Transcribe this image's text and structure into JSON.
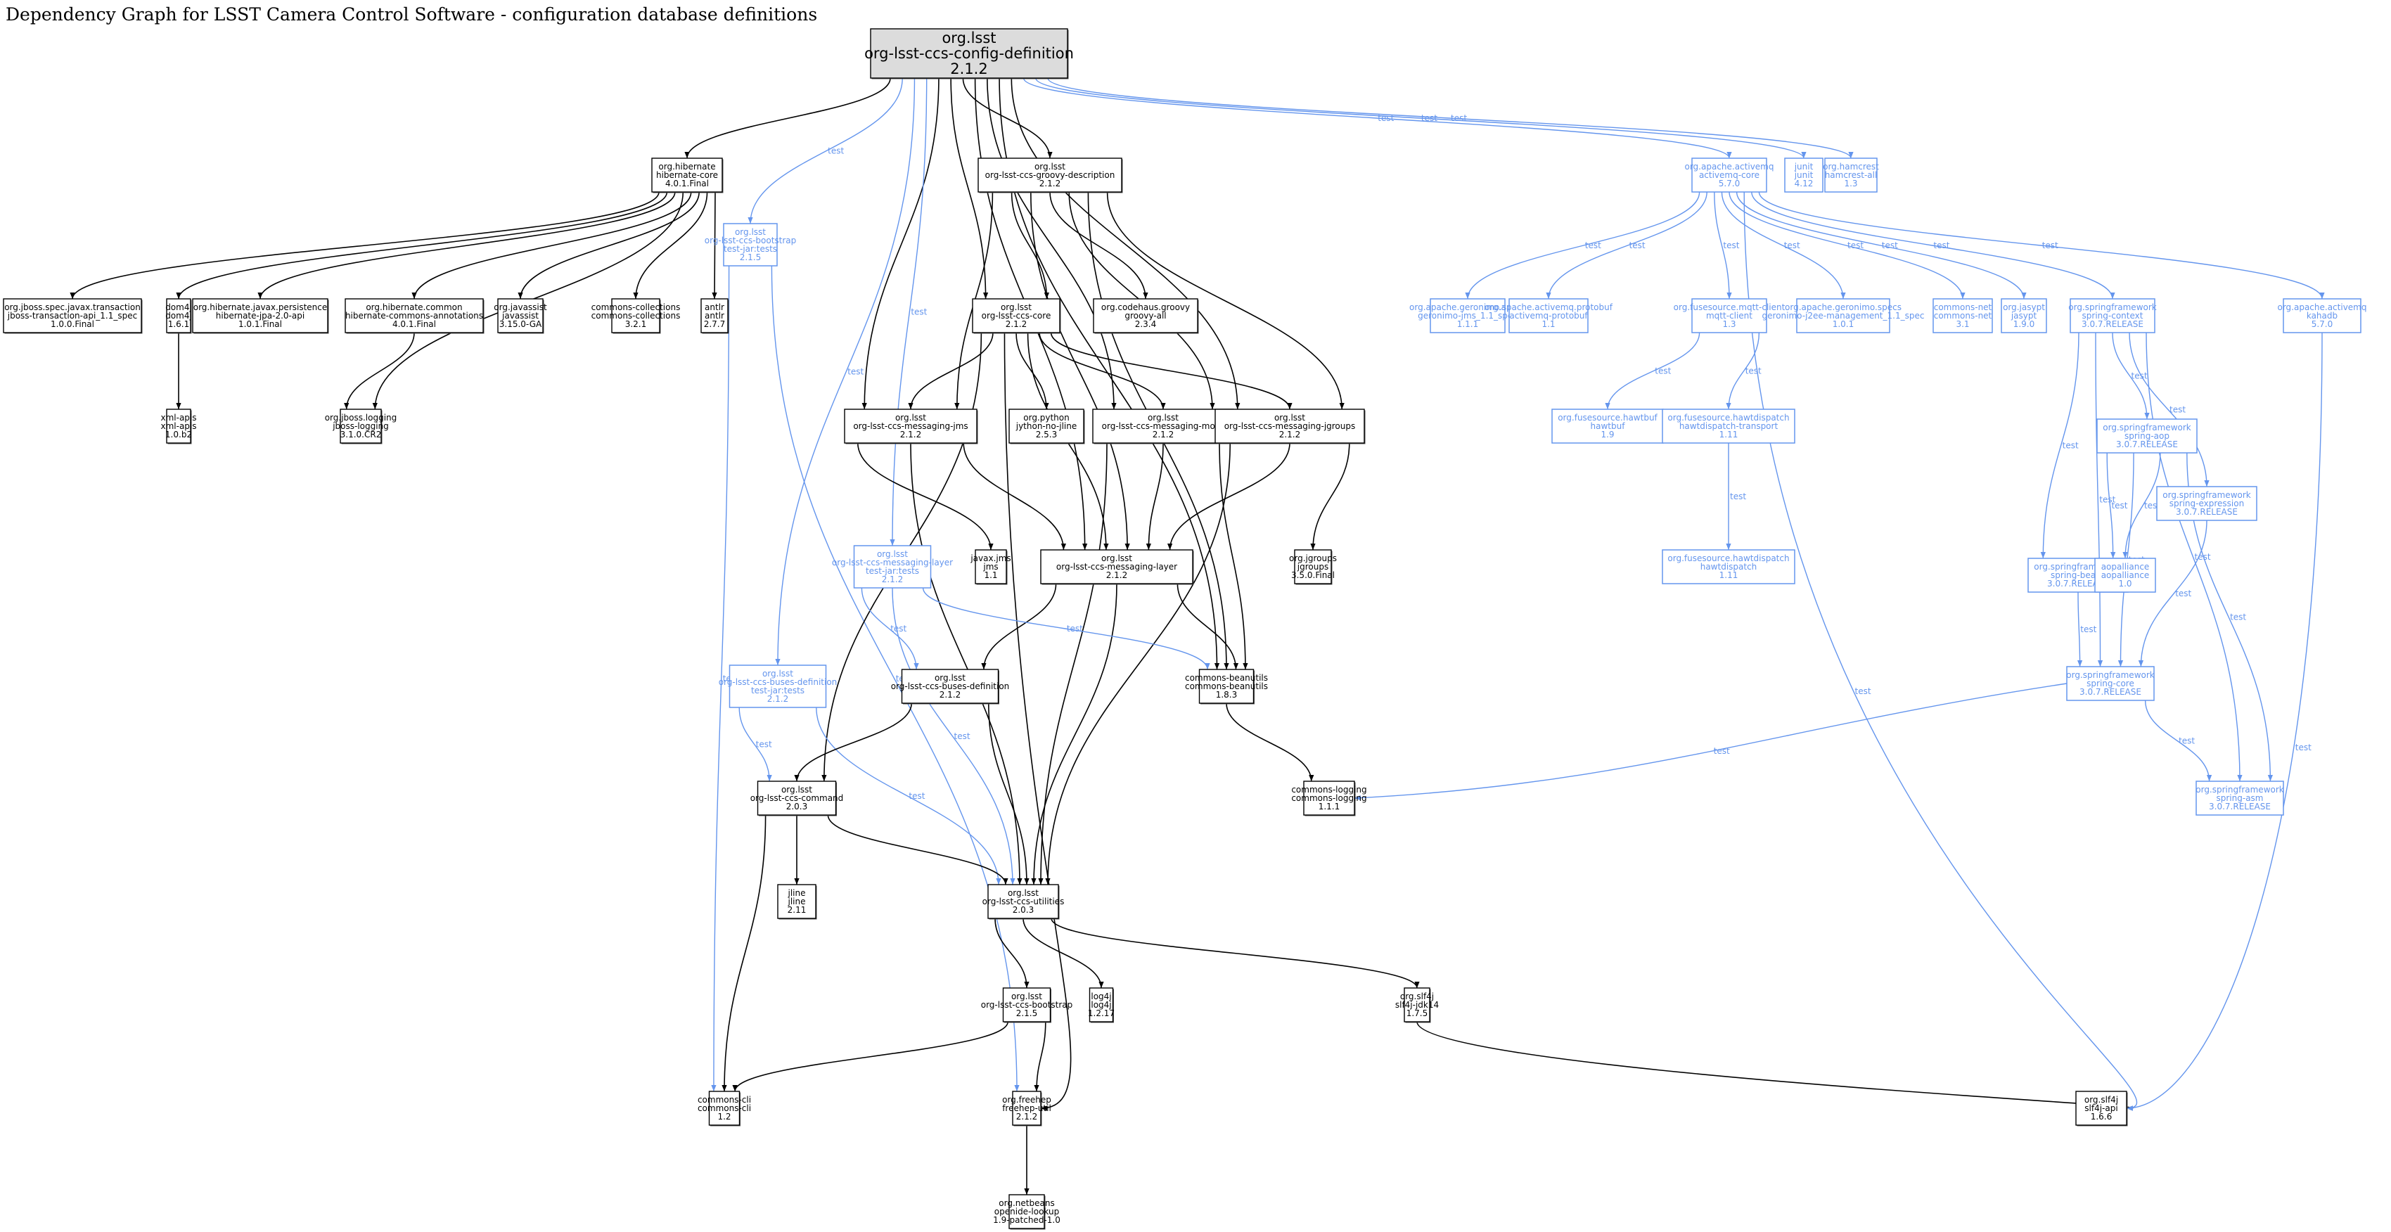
{
  "title": "Dependency Graph for LSST Camera Control Software - configuration database definitions",
  "colors": {
    "compile": "#000000",
    "test": "#6495ed",
    "root_fill": "#dcdcdc",
    "node_fill": "#ffffff"
  },
  "edge_label_test": "test",
  "nodes": [
    {
      "id": "root",
      "lines": [
        "org.lsst",
        "org-lsst-ccs-config-definition",
        "2.1.2"
      ],
      "scope": "root"
    },
    {
      "id": "hibernate-core",
      "lines": [
        "org.hibernate",
        "hibernate-core",
        "4.0.1.Final"
      ],
      "scope": "compile"
    },
    {
      "id": "bootstrap-tests",
      "lines": [
        "org.lsst",
        "org-lsst-ccs-bootstrap",
        "test-jar:tests",
        "2.1.5"
      ],
      "scope": "test"
    },
    {
      "id": "groovy-description",
      "lines": [
        "org.lsst",
        "org-lsst-ccs-groovy-description",
        "2.1.2"
      ],
      "scope": "compile"
    },
    {
      "id": "activemq-core",
      "lines": [
        "org.apache.activemq",
        "activemq-core",
        "5.7.0"
      ],
      "scope": "test"
    },
    {
      "id": "junit",
      "lines": [
        "junit",
        "junit",
        "4.12"
      ],
      "scope": "test"
    },
    {
      "id": "hamcrest",
      "lines": [
        "org.hamcrest",
        "hamcrest-all",
        "1.3"
      ],
      "scope": "test"
    },
    {
      "id": "jboss-transaction",
      "lines": [
        "org.jboss.spec.javax.transaction",
        "jboss-transaction-api_1.1_spec",
        "1.0.0.Final"
      ],
      "scope": "compile"
    },
    {
      "id": "dom4j",
      "lines": [
        "dom4j",
        "dom4j",
        "1.6.1"
      ],
      "scope": "compile"
    },
    {
      "id": "hibernate-jpa",
      "lines": [
        "org.hibernate.javax.persistence",
        "hibernate-jpa-2.0-api",
        "1.0.1.Final"
      ],
      "scope": "compile"
    },
    {
      "id": "hibernate-annotations",
      "lines": [
        "org.hibernate.common",
        "hibernate-commons-annotations",
        "4.0.1.Final"
      ],
      "scope": "compile"
    },
    {
      "id": "javassist",
      "lines": [
        "org.javassist",
        "javassist",
        "3.15.0-GA"
      ],
      "scope": "compile"
    },
    {
      "id": "commons-collections",
      "lines": [
        "commons-collections",
        "commons-collections",
        "3.2.1"
      ],
      "scope": "compile"
    },
    {
      "id": "antlr",
      "lines": [
        "antlr",
        "antlr",
        "2.7.7"
      ],
      "scope": "compile"
    },
    {
      "id": "ccs-core",
      "lines": [
        "org.lsst",
        "org-lsst-ccs-core",
        "2.1.2"
      ],
      "scope": "compile"
    },
    {
      "id": "groovy-all",
      "lines": [
        "org.codehaus.groovy",
        "groovy-all",
        "2.3.4"
      ],
      "scope": "compile"
    },
    {
      "id": "geronimo-jms",
      "lines": [
        "org.apache.geronimo.specs",
        "geronimo-jms_1.1_spec",
        "1.1.1"
      ],
      "scope": "test"
    },
    {
      "id": "activemq-protobuf",
      "lines": [
        "org.apache.activemq.protobuf",
        "activemq-protobuf",
        "1.1"
      ],
      "scope": "test"
    },
    {
      "id": "mqtt-client",
      "lines": [
        "org.fusesource.mqtt-client",
        "mqtt-client",
        "1.3"
      ],
      "scope": "test"
    },
    {
      "id": "geronimo-j2ee",
      "lines": [
        "org.apache.geronimo.specs",
        "geronimo-j2ee-management_1.1_spec",
        "1.0.1"
      ],
      "scope": "test"
    },
    {
      "id": "commons-net",
      "lines": [
        "commons-net",
        "commons-net",
        "3.1"
      ],
      "scope": "test"
    },
    {
      "id": "jasypt",
      "lines": [
        "org.jasypt",
        "jasypt",
        "1.9.0"
      ],
      "scope": "test"
    },
    {
      "id": "spring-context",
      "lines": [
        "org.springframework",
        "spring-context",
        "3.0.7.RELEASE"
      ],
      "scope": "test"
    },
    {
      "id": "kahadb",
      "lines": [
        "org.apache.activemq",
        "kahadb",
        "5.7.0"
      ],
      "scope": "test"
    },
    {
      "id": "xml-apis",
      "lines": [
        "xml-apis",
        "xml-apis",
        "1.0.b2"
      ],
      "scope": "compile"
    },
    {
      "id": "jboss-logging",
      "lines": [
        "org.jboss.logging",
        "jboss-logging",
        "3.1.0.CR2"
      ],
      "scope": "compile"
    },
    {
      "id": "messaging-jms",
      "lines": [
        "org.lsst",
        "org-lsst-ccs-messaging-jms",
        "2.1.2"
      ],
      "scope": "compile"
    },
    {
      "id": "jython",
      "lines": [
        "org.python",
        "jython-no-jline",
        "2.5.3"
      ],
      "scope": "compile"
    },
    {
      "id": "messaging-mock",
      "lines": [
        "org.lsst",
        "org-lsst-ccs-messaging-mock",
        "2.1.2"
      ],
      "scope": "compile"
    },
    {
      "id": "messaging-jgroups",
      "lines": [
        "org.lsst",
        "org-lsst-ccs-messaging-jgroups",
        "2.1.2"
      ],
      "scope": "compile"
    },
    {
      "id": "hawtbuf",
      "lines": [
        "org.fusesource.hawtbuf",
        "hawtbuf",
        "1.9"
      ],
      "scope": "test"
    },
    {
      "id": "hawtdispatch-transport",
      "lines": [
        "org.fusesource.hawtdispatch",
        "hawtdispatch-transport",
        "1.11"
      ],
      "scope": "test"
    },
    {
      "id": "spring-aop",
      "lines": [
        "org.springframework",
        "spring-aop",
        "3.0.7.RELEASE"
      ],
      "scope": "test"
    },
    {
      "id": "spring-expression",
      "lines": [
        "org.springframework",
        "spring-expression",
        "3.0.7.RELEASE"
      ],
      "scope": "test"
    },
    {
      "id": "messaging-layer-tests",
      "lines": [
        "org.lsst",
        "org-lsst-ccs-messaging-layer",
        "test-jar:tests",
        "2.1.2"
      ],
      "scope": "test"
    },
    {
      "id": "javax-jms",
      "lines": [
        "javax.jms",
        "jms",
        "1.1"
      ],
      "scope": "compile"
    },
    {
      "id": "messaging-layer",
      "lines": [
        "org.lsst",
        "org-lsst-ccs-messaging-layer",
        "2.1.2"
      ],
      "scope": "compile"
    },
    {
      "id": "jgroups",
      "lines": [
        "org.jgroups",
        "jgroups",
        "3.5.0.Final"
      ],
      "scope": "compile"
    },
    {
      "id": "hawtdispatch",
      "lines": [
        "org.fusesource.hawtdispatch",
        "hawtdispatch",
        "1.11"
      ],
      "scope": "test"
    },
    {
      "id": "spring-beans",
      "lines": [
        "org.springframework",
        "spring-beans",
        "3.0.7.RELEASE"
      ],
      "scope": "test"
    },
    {
      "id": "aopalliance",
      "lines": [
        "aopalliance",
        "aopalliance",
        "1.0"
      ],
      "scope": "test"
    },
    {
      "id": "buses-definition-tests",
      "lines": [
        "org.lsst",
        "org-lsst-ccs-buses-definition",
        "test-jar:tests",
        "2.1.2"
      ],
      "scope": "test"
    },
    {
      "id": "buses-definition",
      "lines": [
        "org.lsst",
        "org-lsst-ccs-buses-definition",
        "2.1.2"
      ],
      "scope": "compile"
    },
    {
      "id": "commons-beanutils",
      "lines": [
        "commons-beanutils",
        "commons-beanutils",
        "1.8.3"
      ],
      "scope": "compile"
    },
    {
      "id": "spring-core",
      "lines": [
        "org.springframework",
        "spring-core",
        "3.0.7.RELEASE"
      ],
      "scope": "test"
    },
    {
      "id": "ccs-command",
      "lines": [
        "org.lsst",
        "org-lsst-ccs-command",
        "2.0.3"
      ],
      "scope": "compile"
    },
    {
      "id": "commons-logging",
      "lines": [
        "commons-logging",
        "commons-logging",
        "1.1.1"
      ],
      "scope": "compile"
    },
    {
      "id": "spring-asm",
      "lines": [
        "org.springframework",
        "spring-asm",
        "3.0.7.RELEASE"
      ],
      "scope": "test"
    },
    {
      "id": "jline",
      "lines": [
        "jline",
        "jline",
        "2.11"
      ],
      "scope": "compile"
    },
    {
      "id": "ccs-utilities",
      "lines": [
        "org.lsst",
        "org-lsst-ccs-utilities",
        "2.0.3"
      ],
      "scope": "compile"
    },
    {
      "id": "ccs-bootstrap",
      "lines": [
        "org.lsst",
        "org-lsst-ccs-bootstrap",
        "2.1.5"
      ],
      "scope": "compile"
    },
    {
      "id": "log4j",
      "lines": [
        "log4j",
        "log4j",
        "1.2.17"
      ],
      "scope": "compile"
    },
    {
      "id": "slf4j-jdk14",
      "lines": [
        "org.slf4j",
        "slf4j-jdk14",
        "1.7.5"
      ],
      "scope": "compile"
    },
    {
      "id": "commons-cli",
      "lines": [
        "commons-cli",
        "commons-cli",
        "1.2"
      ],
      "scope": "compile"
    },
    {
      "id": "freehep-util",
      "lines": [
        "org.freehep",
        "freehep-util",
        "2.1.2"
      ],
      "scope": "compile"
    },
    {
      "id": "slf4j-api",
      "lines": [
        "org.slf4j",
        "slf4j-api",
        "1.6.6"
      ],
      "scope": "compile"
    },
    {
      "id": "openide-lookup",
      "lines": [
        "org.netbeans",
        "openide-lookup",
        "1.9-patched-1.0"
      ],
      "scope": "compile"
    }
  ],
  "edges": [
    {
      "from": "root",
      "to": "hibernate-core",
      "scope": "compile"
    },
    {
      "from": "root",
      "to": "bootstrap-tests",
      "scope": "test",
      "label": true
    },
    {
      "from": "root",
      "to": "groovy-description",
      "scope": "compile"
    },
    {
      "from": "root",
      "to": "ccs-core",
      "scope": "compile"
    },
    {
      "from": "root",
      "to": "messaging-jms",
      "scope": "compile"
    },
    {
      "from": "root",
      "to": "messaging-mock",
      "scope": "compile"
    },
    {
      "from": "root",
      "to": "messaging-jgroups",
      "scope": "compile"
    },
    {
      "from": "root",
      "to": "messaging-layer",
      "scope": "compile"
    },
    {
      "from": "root",
      "to": "commons-beanutils",
      "scope": "compile"
    },
    {
      "from": "root",
      "to": "messaging-layer-tests",
      "scope": "test",
      "label": true
    },
    {
      "from": "root",
      "to": "buses-definition-tests",
      "scope": "test",
      "label": true
    },
    {
      "from": "root",
      "to": "activemq-core",
      "scope": "test",
      "label": true
    },
    {
      "from": "root",
      "to": "junit",
      "scope": "test",
      "label": true
    },
    {
      "from": "root",
      "to": "hamcrest",
      "scope": "test",
      "label": true
    },
    {
      "from": "hibernate-core",
      "to": "jboss-transaction",
      "scope": "compile"
    },
    {
      "from": "hibernate-core",
      "to": "dom4j",
      "scope": "compile"
    },
    {
      "from": "hibernate-core",
      "to": "hibernate-jpa",
      "scope": "compile"
    },
    {
      "from": "hibernate-core",
      "to": "jboss-logging",
      "scope": "compile"
    },
    {
      "from": "hibernate-core",
      "to": "hibernate-annotations",
      "scope": "compile"
    },
    {
      "from": "hibernate-core",
      "to": "javassist",
      "scope": "compile"
    },
    {
      "from": "hibernate-core",
      "to": "commons-collections",
      "scope": "compile"
    },
    {
      "from": "hibernate-core",
      "to": "antlr",
      "scope": "compile"
    },
    {
      "from": "dom4j",
      "to": "xml-apis",
      "scope": "compile"
    },
    {
      "from": "hibernate-annotations",
      "to": "jboss-logging",
      "scope": "compile"
    },
    {
      "from": "bootstrap-tests",
      "to": "commons-cli",
      "scope": "test",
      "label": true
    },
    {
      "from": "bootstrap-tests",
      "to": "freehep-util",
      "scope": "test",
      "label": true
    },
    {
      "from": "groovy-description",
      "to": "ccs-core",
      "scope": "compile"
    },
    {
      "from": "groovy-description",
      "to": "groovy-all",
      "scope": "compile"
    },
    {
      "from": "groovy-description",
      "to": "messaging-jms",
      "scope": "compile"
    },
    {
      "from": "groovy-description",
      "to": "messaging-mock",
      "scope": "compile"
    },
    {
      "from": "groovy-description",
      "to": "messaging-jgroups",
      "scope": "compile"
    },
    {
      "from": "groovy-description",
      "to": "messaging-layer",
      "scope": "compile"
    },
    {
      "from": "groovy-description",
      "to": "commons-beanutils",
      "scope": "compile"
    },
    {
      "from": "ccs-core",
      "to": "messaging-jms",
      "scope": "compile"
    },
    {
      "from": "ccs-core",
      "to": "jython",
      "scope": "compile"
    },
    {
      "from": "ccs-core",
      "to": "messaging-mock",
      "scope": "compile"
    },
    {
      "from": "ccs-core",
      "to": "messaging-jgroups",
      "scope": "compile"
    },
    {
      "from": "ccs-core",
      "to": "messaging-layer",
      "scope": "compile"
    },
    {
      "from": "ccs-core",
      "to": "ccs-command",
      "scope": "compile"
    },
    {
      "from": "ccs-core",
      "to": "freehep-util",
      "scope": "compile"
    },
    {
      "from": "messaging-jms",
      "to": "javax-jms",
      "scope": "compile"
    },
    {
      "from": "messaging-jms",
      "to": "messaging-layer",
      "scope": "compile"
    },
    {
      "from": "messaging-jms",
      "to": "ccs-utilities",
      "scope": "compile"
    },
    {
      "from": "messaging-mock",
      "to": "messaging-layer",
      "scope": "compile"
    },
    {
      "from": "messaging-mock",
      "to": "commons-beanutils",
      "scope": "compile"
    },
    {
      "from": "messaging-mock",
      "to": "ccs-utilities",
      "scope": "compile"
    },
    {
      "from": "messaging-jgroups",
      "to": "messaging-layer",
      "scope": "compile"
    },
    {
      "from": "messaging-jgroups",
      "to": "jgroups",
      "scope": "compile"
    },
    {
      "from": "messaging-jgroups",
      "to": "ccs-utilities",
      "scope": "compile"
    },
    {
      "from": "messaging-layer",
      "to": "buses-definition",
      "scope": "compile"
    },
    {
      "from": "messaging-layer",
      "to": "commons-beanutils",
      "scope": "compile"
    },
    {
      "from": "messaging-layer",
      "to": "ccs-utilities",
      "scope": "compile"
    },
    {
      "from": "messaging-layer-tests",
      "to": "buses-definition",
      "scope": "test",
      "label": true
    },
    {
      "from": "messaging-layer-tests",
      "to": "commons-beanutils",
      "scope": "test",
      "label": true
    },
    {
      "from": "messaging-layer-tests",
      "to": "ccs-utilities",
      "scope": "test",
      "label": true
    },
    {
      "from": "buses-definition-tests",
      "to": "ccs-command",
      "scope": "test",
      "label": true
    },
    {
      "from": "buses-definition-tests",
      "to": "ccs-utilities",
      "scope": "test",
      "label": true
    },
    {
      "from": "buses-definition",
      "to": "ccs-command",
      "scope": "compile"
    },
    {
      "from": "buses-definition",
      "to": "ccs-utilities",
      "scope": "compile"
    },
    {
      "from": "commons-beanutils",
      "to": "commons-logging",
      "scope": "compile"
    },
    {
      "from": "ccs-command",
      "to": "jline",
      "scope": "compile"
    },
    {
      "from": "ccs-command",
      "to": "ccs-utilities",
      "scope": "compile"
    },
    {
      "from": "ccs-command",
      "to": "commons-cli",
      "scope": "compile"
    },
    {
      "from": "ccs-utilities",
      "to": "ccs-bootstrap",
      "scope": "compile"
    },
    {
      "from": "ccs-utilities",
      "to": "log4j",
      "scope": "compile"
    },
    {
      "from": "ccs-utilities",
      "to": "slf4j-jdk14",
      "scope": "compile"
    },
    {
      "from": "ccs-bootstrap",
      "to": "commons-cli",
      "scope": "compile"
    },
    {
      "from": "ccs-bootstrap",
      "to": "freehep-util",
      "scope": "compile"
    },
    {
      "from": "freehep-util",
      "to": "openide-lookup",
      "scope": "compile"
    },
    {
      "from": "slf4j-jdk14",
      "to": "slf4j-api",
      "scope": "compile"
    },
    {
      "from": "activemq-core",
      "to": "geronimo-jms",
      "scope": "test",
      "label": true
    },
    {
      "from": "activemq-core",
      "to": "activemq-protobuf",
      "scope": "test",
      "label": true
    },
    {
      "from": "activemq-core",
      "to": "mqtt-client",
      "scope": "test",
      "label": true
    },
    {
      "from": "activemq-core",
      "to": "geronimo-j2ee",
      "scope": "test",
      "label": true
    },
    {
      "from": "activemq-core",
      "to": "commons-net",
      "scope": "test",
      "label": true
    },
    {
      "from": "activemq-core",
      "to": "jasypt",
      "scope": "test",
      "label": true
    },
    {
      "from": "activemq-core",
      "to": "spring-context",
      "scope": "test",
      "label": true
    },
    {
      "from": "activemq-core",
      "to": "kahadb",
      "scope": "test",
      "label": true
    },
    {
      "from": "activemq-core",
      "to": "slf4j-api",
      "scope": "test",
      "label": true
    },
    {
      "from": "mqtt-client",
      "to": "hawtbuf",
      "scope": "test",
      "label": true
    },
    {
      "from": "mqtt-client",
      "to": "hawtdispatch-transport",
      "scope": "test",
      "label": true
    },
    {
      "from": "hawtdispatch-transport",
      "to": "hawtdispatch",
      "scope": "test",
      "label": true
    },
    {
      "from": "spring-context",
      "to": "spring-aop",
      "scope": "test",
      "label": true
    },
    {
      "from": "spring-context",
      "to": "spring-beans",
      "scope": "test",
      "label": true
    },
    {
      "from": "spring-context",
      "to": "spring-expression",
      "scope": "test",
      "label": true
    },
    {
      "from": "spring-context",
      "to": "spring-core",
      "scope": "test",
      "label": true
    },
    {
      "from": "spring-context",
      "to": "spring-asm",
      "scope": "test",
      "label": true
    },
    {
      "from": "spring-aop",
      "to": "spring-beans",
      "scope": "test",
      "label": true
    },
    {
      "from": "spring-aop",
      "to": "aopalliance",
      "scope": "test",
      "label": true
    },
    {
      "from": "spring-aop",
      "to": "spring-core",
      "scope": "test",
      "label": true
    },
    {
      "from": "spring-aop",
      "to": "spring-asm",
      "scope": "test",
      "label": true
    },
    {
      "from": "spring-expression",
      "to": "spring-core",
      "scope": "test",
      "label": true
    },
    {
      "from": "spring-beans",
      "to": "spring-core",
      "scope": "test",
      "label": true
    },
    {
      "from": "spring-core",
      "to": "commons-logging",
      "scope": "test",
      "label": true
    },
    {
      "from": "spring-core",
      "to": "spring-asm",
      "scope": "test",
      "label": true
    },
    {
      "from": "kahadb",
      "to": "slf4j-api",
      "scope": "test",
      "label": true
    }
  ]
}
